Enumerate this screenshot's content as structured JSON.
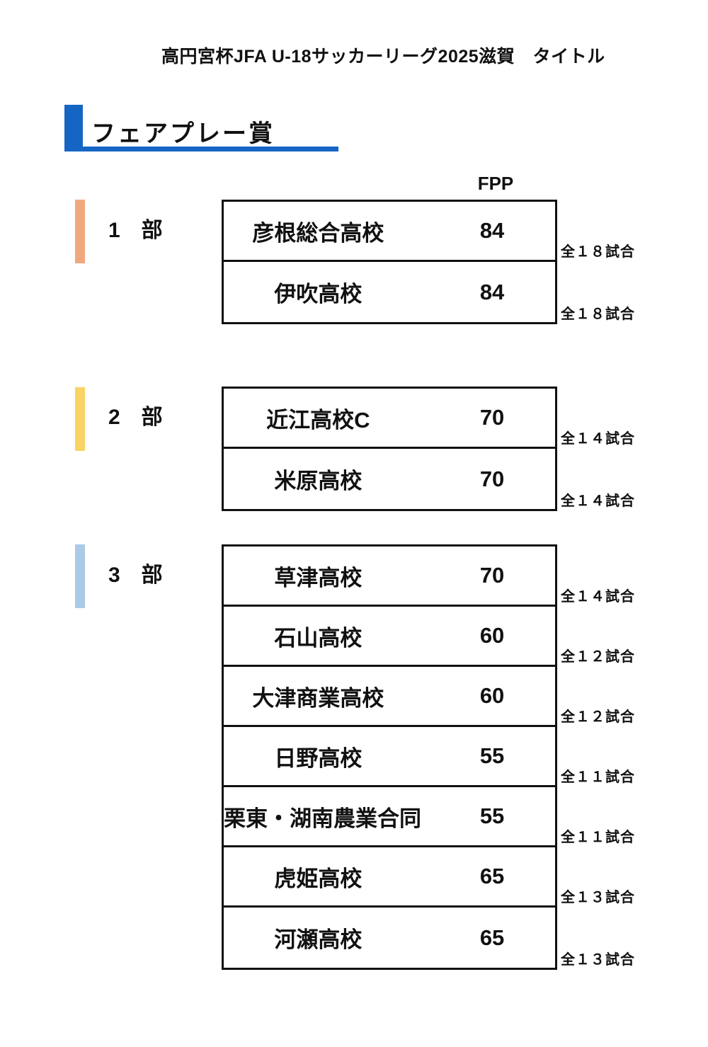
{
  "page": {
    "title": "高円宮杯JFA U-18サッカーリーグ2025滋賀　タイトル",
    "section_header": "フェアプレー賞",
    "fpp_column_label": "FPP"
  },
  "colors": {
    "header_accent": "#1566C4",
    "text": "#111111"
  },
  "divisions": [
    {
      "label": "1　部",
      "accent_color": "#F0A97D",
      "rows": [
        {
          "team": "彦根総合高校",
          "fpp": "84",
          "games_note": "全１８試合"
        },
        {
          "team": "伊吹高校",
          "fpp": "84",
          "games_note": "全１８試合"
        }
      ]
    },
    {
      "label": "2　部",
      "accent_color": "#F9D364",
      "rows": [
        {
          "team": "近江高校C",
          "fpp": "70",
          "games_note": "全１４試合"
        },
        {
          "team": "米原高校",
          "fpp": "70",
          "games_note": "全１４試合"
        }
      ]
    },
    {
      "label": "3　部",
      "accent_color": "#AACAE6",
      "rows": [
        {
          "team": "草津高校",
          "fpp": "70",
          "games_note": "全１４試合"
        },
        {
          "team": "石山高校",
          "fpp": "60",
          "games_note": "全１２試合"
        },
        {
          "team": "大津商業高校",
          "fpp": "60",
          "games_note": "全１２試合"
        },
        {
          "team": "日野高校",
          "fpp": "55",
          "games_note": "全１１試合"
        },
        {
          "team": "栗東・湖南農業合同",
          "fpp": "55",
          "games_note": "全１１試合"
        },
        {
          "team": "虎姫高校",
          "fpp": "65",
          "games_note": "全１３試合"
        },
        {
          "team": "河瀬高校",
          "fpp": "65",
          "games_note": "全１３試合"
        }
      ]
    }
  ]
}
